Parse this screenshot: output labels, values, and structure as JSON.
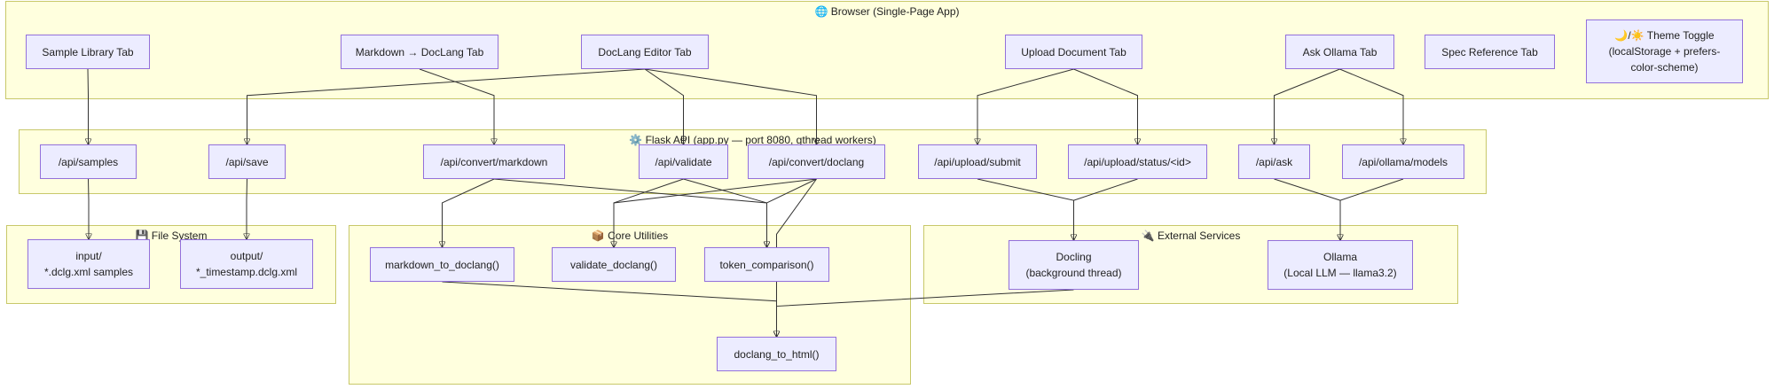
{
  "colors": {
    "cluster_fill": "#ffffde",
    "cluster_border": "#c8c86a",
    "node_fill": "#ececff",
    "node_border": "#9370db",
    "edge": "#333333"
  },
  "clusters": {
    "browser": {
      "title": "🌐 Browser (Single-Page App)"
    },
    "flask": {
      "title": "⚙️ Flask API (app.py — port 8080, gthread workers)"
    },
    "fs": {
      "title": "💾 File System"
    },
    "core": {
      "title": "📦 Core Utilities"
    },
    "ext": {
      "title": "🔌 External Services"
    }
  },
  "nodes": {
    "sample_tab": {
      "lines": [
        "Sample Library Tab"
      ]
    },
    "md_tab": {
      "lines": [
        "Markdown → DocLang Tab"
      ]
    },
    "editor_tab": {
      "lines": [
        "DocLang Editor Tab"
      ]
    },
    "upload_tab": {
      "lines": [
        "Upload Document Tab"
      ]
    },
    "ask_tab": {
      "lines": [
        "Ask Ollama Tab"
      ]
    },
    "spec_tab": {
      "lines": [
        "Spec Reference Tab"
      ]
    },
    "theme_toggle": {
      "lines": [
        "🌙/☀️ Theme Toggle",
        "(localStorage + prefers-",
        "color-scheme)"
      ]
    },
    "api_samples": {
      "lines": [
        "/api/samples"
      ]
    },
    "api_save": {
      "lines": [
        "/api/save"
      ]
    },
    "api_convert_md": {
      "lines": [
        "/api/convert/markdown"
      ]
    },
    "api_validate": {
      "lines": [
        "/api/validate"
      ]
    },
    "api_convert_dl": {
      "lines": [
        "/api/convert/doclang"
      ]
    },
    "api_upload_submit": {
      "lines": [
        "/api/upload/submit"
      ]
    },
    "api_upload_status": {
      "lines": [
        "/api/upload/status/<id>"
      ]
    },
    "api_ask": {
      "lines": [
        "/api/ask"
      ]
    },
    "api_models": {
      "lines": [
        "/api/ollama/models"
      ]
    },
    "fs_input": {
      "lines": [
        "input/",
        "*.dclg.xml samples"
      ]
    },
    "fs_output": {
      "lines": [
        "output/",
        "*_timestamp.dclg.xml"
      ]
    },
    "md_to_dl": {
      "lines": [
        "markdown_to_doclang()"
      ]
    },
    "validate_dl": {
      "lines": [
        "validate_doclang()"
      ]
    },
    "token_cmp": {
      "lines": [
        "token_comparison()"
      ]
    },
    "dl_to_html": {
      "lines": [
        "doclang_to_html()"
      ]
    },
    "docling": {
      "lines": [
        "Docling",
        "(background thread)"
      ]
    },
    "ollama": {
      "lines": [
        "Ollama",
        "(Local LLM — llama3.2)"
      ]
    }
  },
  "edges": [
    [
      "sample_tab",
      "api_samples"
    ],
    [
      "md_tab",
      "api_convert_md"
    ],
    [
      "editor_tab",
      "api_save"
    ],
    [
      "editor_tab",
      "api_validate"
    ],
    [
      "editor_tab",
      "api_convert_dl"
    ],
    [
      "upload_tab",
      "api_upload_submit"
    ],
    [
      "upload_tab",
      "api_upload_status"
    ],
    [
      "ask_tab",
      "api_ask"
    ],
    [
      "ask_tab",
      "api_models"
    ],
    [
      "api_samples",
      "fs_input"
    ],
    [
      "api_save",
      "fs_output"
    ],
    [
      "api_convert_md",
      "md_to_dl"
    ],
    [
      "api_convert_md",
      "token_cmp"
    ],
    [
      "api_validate",
      "validate_dl"
    ],
    [
      "api_validate",
      "token_cmp"
    ],
    [
      "api_convert_dl",
      "validate_dl"
    ],
    [
      "api_convert_dl",
      "token_cmp"
    ],
    [
      "api_convert_dl",
      "dl_to_html"
    ],
    [
      "md_to_dl",
      "dl_to_html"
    ],
    [
      "api_upload_submit",
      "docling"
    ],
    [
      "api_upload_status",
      "docling"
    ],
    [
      "api_ask",
      "ollama"
    ],
    [
      "api_models",
      "ollama"
    ],
    [
      "docling",
      "dl_to_html"
    ]
  ]
}
